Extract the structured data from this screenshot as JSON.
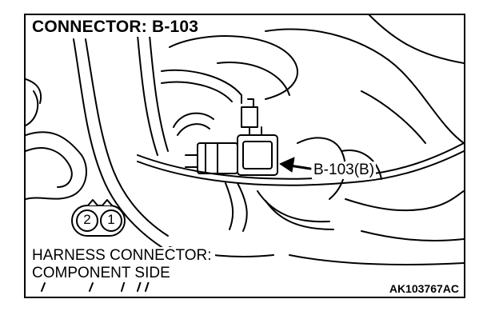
{
  "diagram": {
    "title": "CONNECTOR: B-103",
    "callout_label": "B-103(B)",
    "harness_line1": "HARNESS CONNECTOR:",
    "harness_line2": "COMPONENT SIDE",
    "pin_left": "2",
    "pin_right": "1",
    "reference_code": "AK103767AC"
  }
}
